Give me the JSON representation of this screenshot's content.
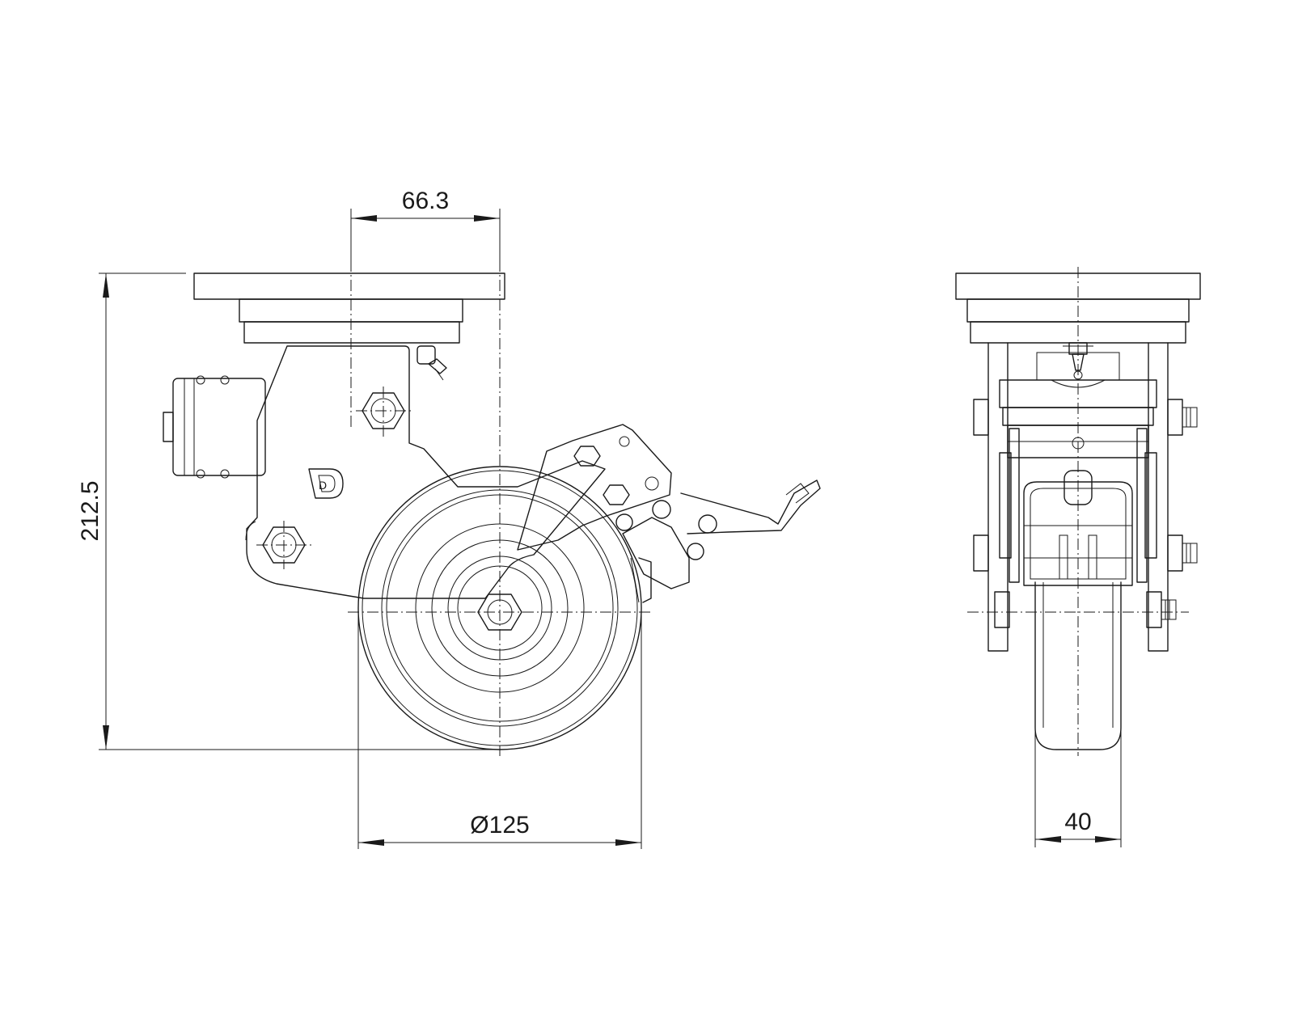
{
  "dimensions": {
    "offset": "66.3",
    "height": "212.5",
    "wheel_diameter": "Ø125",
    "wheel_width": "40"
  },
  "logo_letter": "D"
}
